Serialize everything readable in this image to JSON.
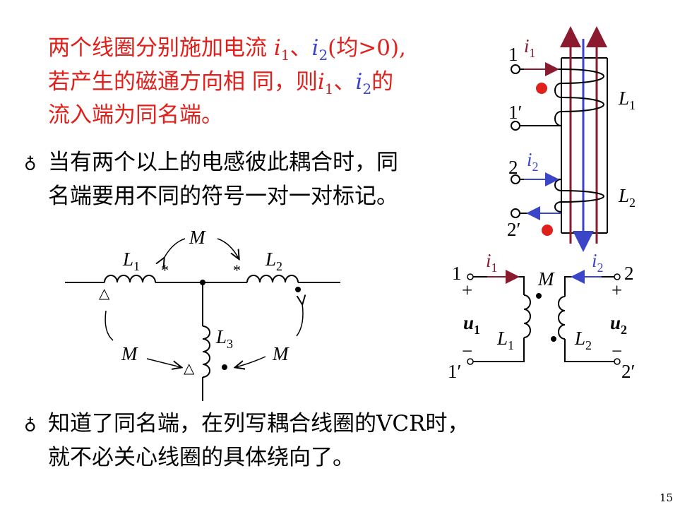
{
  "definition": {
    "line1": {
      "pre": "两个线圈分别施加电流 ",
      "i1": "i",
      "i1_sub": "1",
      "sep": "、",
      "i2": "i",
      "i2_sub": "2",
      "post": "(均>0),"
    },
    "line2": {
      "pre": "若产生的磁通方向相 同，则",
      "i1": "i",
      "i1_sub": "1",
      "sep": "、",
      "i2": "i",
      "i2_sub": "2",
      "post": "的"
    },
    "line3": "流入端为同名端。"
  },
  "bullet1": {
    "marker": "♁",
    "line1": "当有两个以上的电感彼此耦合时，同",
    "line2": "名端要用不同的符号一对一对标记。"
  },
  "bullet2": {
    "marker": "♁",
    "line1": "知道了同名端，在列写耦合线圈的VCR时，",
    "line2": "就不必关心线圈的具体绕向了。"
  },
  "core_diagram": {
    "t1": "1",
    "t1p": "1′",
    "t2": "2",
    "t2p": "2′",
    "i1": "i",
    "i1_sub": "1",
    "i2": "i",
    "i2_sub": "2",
    "L1": "L",
    "L1_sub": "1",
    "L2": "L",
    "L2_sub": "2"
  },
  "three_coil": {
    "L1": "L",
    "L1_sub": "1",
    "L2": "L",
    "L2_sub": "2",
    "L3": "L",
    "L3_sub": "3",
    "M_top": "M",
    "M_left": "M",
    "M_right": "M",
    "star": "*",
    "triangle": "△"
  },
  "coupled": {
    "t1": "1",
    "t1p": "1′",
    "t2": "2",
    "t2p": "2′",
    "i1": "i",
    "i1_sub": "1",
    "i2": "i",
    "i2_sub": "2",
    "M": "M",
    "u1": "u",
    "u1_sub": "1",
    "u2": "u",
    "u2_sub": "2",
    "L1": "L",
    "L1_sub": "1",
    "L2": "L",
    "L2_sub": "2",
    "plus": "+",
    "minus": "−"
  },
  "colors": {
    "red": "#e0201b",
    "blue": "#3a45c8",
    "dark_red": "#8b1a2e"
  },
  "page_number": "15"
}
